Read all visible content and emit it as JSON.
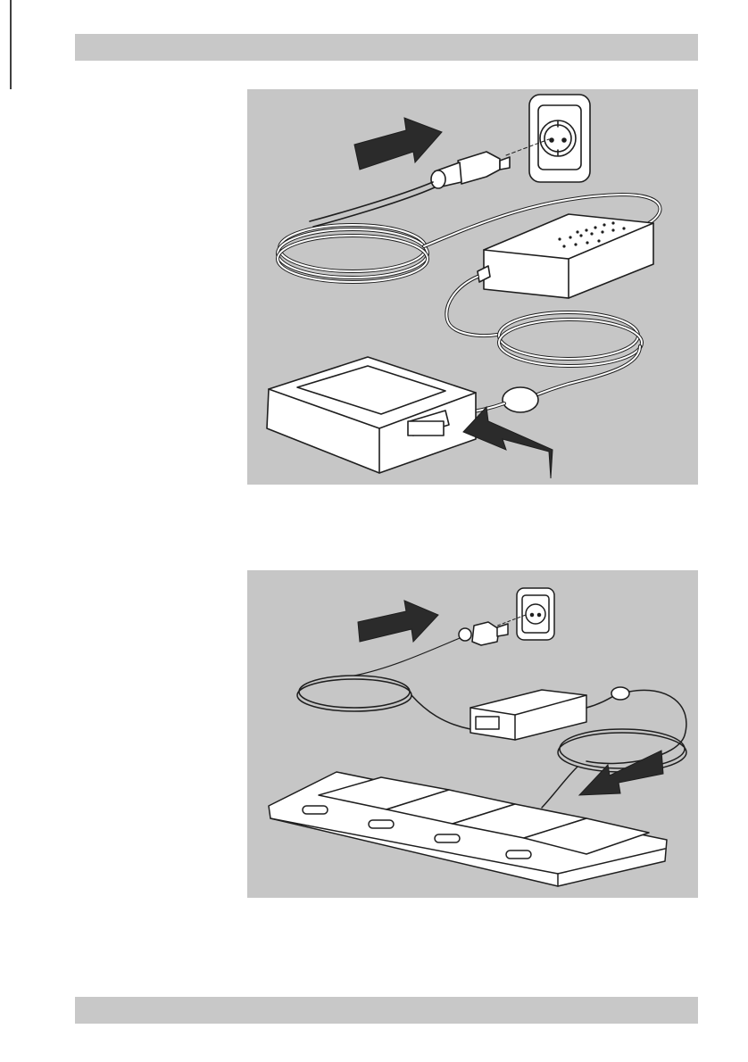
{
  "page": {
    "header": "",
    "footer": ""
  },
  "figures": [
    {
      "subject": "single-bay-charger-connection",
      "arrows": 2
    },
    {
      "subject": "multi-bay-charger-connection",
      "arrows": 2
    }
  ],
  "colors": {
    "figure_background": "#c6c6c6",
    "bar": "#c8c8c8",
    "arrow": "#2b2b2b",
    "line_art": "#1e1e1e"
  }
}
